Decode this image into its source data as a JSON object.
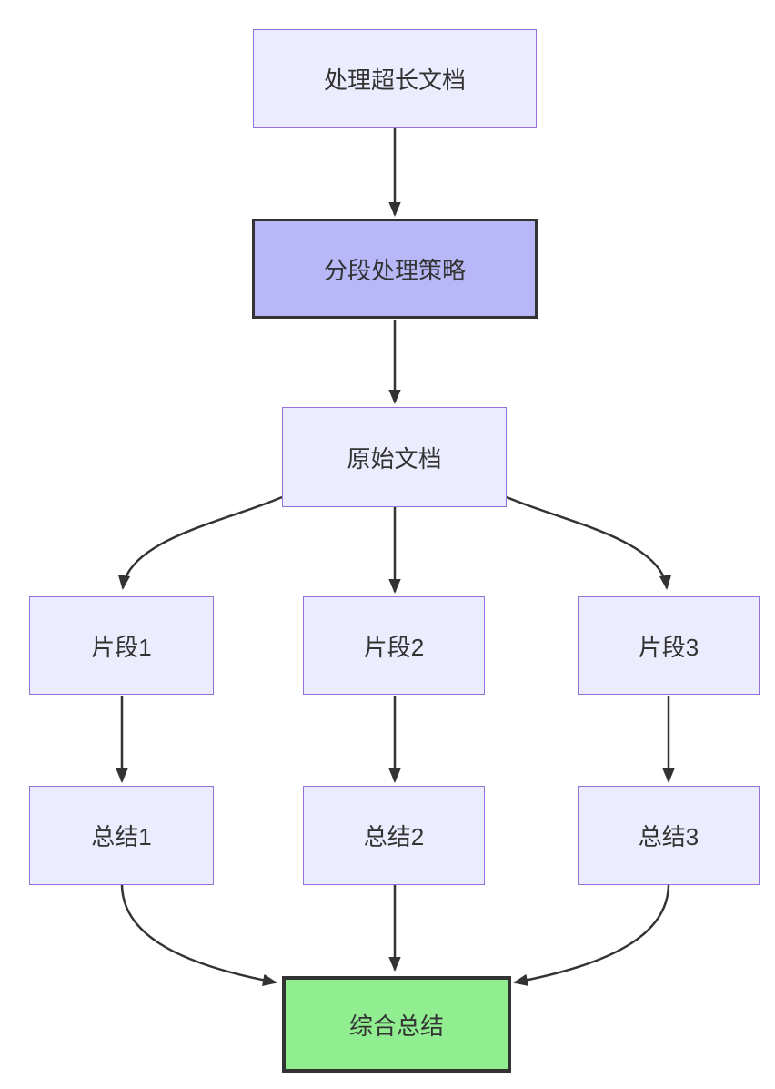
{
  "diagram": {
    "type": "flowchart",
    "direction": "top-down",
    "colors": {
      "bg": "#ffffff",
      "text": "#333333",
      "edge": "#333333",
      "node-fill": "#ECECFF",
      "node-stroke": "#9370DB",
      "emph-fill": "#b8b8f8",
      "emph-stroke": "#333333",
      "success-fill": "#90EE90",
      "success-stroke": "#333333"
    },
    "nodes": [
      {
        "id": "A",
        "label": "处理超长文档",
        "style": "default"
      },
      {
        "id": "B",
        "label": "分段处理策略",
        "style": "emphasis"
      },
      {
        "id": "C",
        "label": "原始文档",
        "style": "default"
      },
      {
        "id": "D1",
        "label": "片段1",
        "style": "default"
      },
      {
        "id": "D2",
        "label": "片段2",
        "style": "default"
      },
      {
        "id": "D3",
        "label": "片段3",
        "style": "default"
      },
      {
        "id": "S1",
        "label": "总结1",
        "style": "default"
      },
      {
        "id": "S2",
        "label": "总结2",
        "style": "default"
      },
      {
        "id": "S3",
        "label": "总结3",
        "style": "default"
      },
      {
        "id": "F",
        "label": "综合总结",
        "style": "success"
      }
    ],
    "edges": [
      {
        "from": "A",
        "to": "B"
      },
      {
        "from": "B",
        "to": "C"
      },
      {
        "from": "C",
        "to": "D1"
      },
      {
        "from": "C",
        "to": "D2"
      },
      {
        "from": "C",
        "to": "D3"
      },
      {
        "from": "D1",
        "to": "S1"
      },
      {
        "from": "D2",
        "to": "S2"
      },
      {
        "from": "D3",
        "to": "S3"
      },
      {
        "from": "S1",
        "to": "F"
      },
      {
        "from": "S2",
        "to": "F"
      },
      {
        "from": "S3",
        "to": "F"
      }
    ]
  }
}
